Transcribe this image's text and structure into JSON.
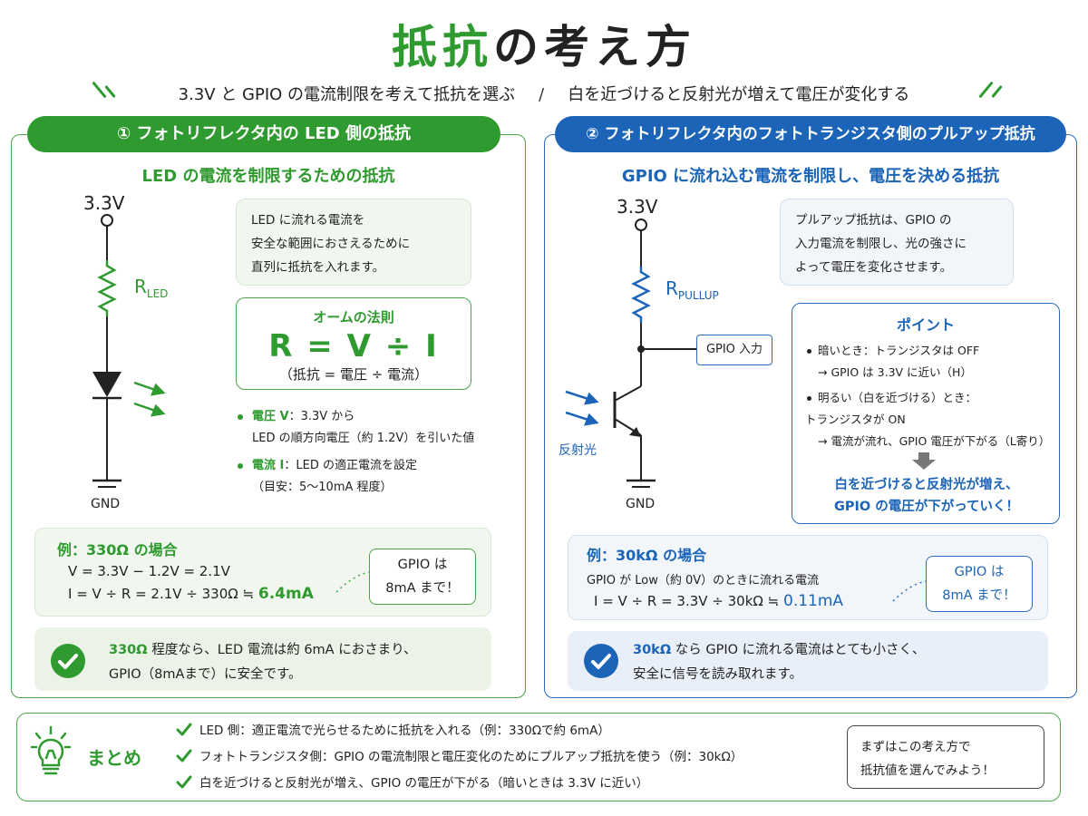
{
  "title": {
    "accent": "抵抗",
    "rest": "の考え方"
  },
  "subtitle": {
    "left": "3.3V と GPIO の電流制限を考えて抵抗を選ぶ",
    "separator": "/",
    "right": "白を近づけると反射光が増えて電圧が変化する"
  },
  "colors": {
    "green": "#2f9a2f",
    "blue": "#1b64b8"
  },
  "panel_led": {
    "pill": "① フォトリフレクタ内の LED 側の抵抗",
    "heading": "LED の電流を制限するための抵抗",
    "circuit": {
      "vcc": "3.3V",
      "r_main": "R",
      "r_sub": "LED",
      "gnd": "GND"
    },
    "note": [
      "LED に流れる電流を",
      "安全な範囲におさえるために",
      "直列に抵抗を入れます。"
    ],
    "ohm": {
      "title": "オームの法則",
      "formula": "R = V ÷ I",
      "sub": "（抵抗 = 電圧 ÷ 電流）"
    },
    "bullets": [
      {
        "label": "電圧 V",
        "line1": "：3.3V から",
        "line2": "LED の順方向電圧（約 1.2V）を引いた値"
      },
      {
        "label": "電流 I",
        "line1": "：LED の適正電流を設定",
        "line2": "（目安：5〜10mA 程度）"
      }
    ],
    "example": {
      "title_prefix": "例：",
      "title_value": "330Ω",
      "title_suffix": " の場合",
      "line1": "V = 3.3V − 1.2V = 2.1V",
      "line2": "I = V ÷ R = 2.1V ÷ 330Ω ≒ ",
      "line2_value": "6.4mA",
      "gpio_note": [
        "GPIO は",
        "8mA まで！"
      ]
    },
    "check": {
      "value": "330Ω",
      "line1": " 程度なら、LED 電流は約 6mA におさまり、",
      "line2": "GPIO（8mAまで）に安全です。"
    }
  },
  "panel_pullup": {
    "pill": "② フォトリフレクタ内のフォトトランジスタ側のプルアップ抵抗",
    "heading": "GPIO に流れ込む電流を制限し、電圧を決める抵抗",
    "circuit": {
      "vcc": "3.3V",
      "r_main": "R",
      "r_sub": "PULLUP",
      "gpio": "GPIO 入力",
      "light": "反射光",
      "gnd": "GND"
    },
    "note": [
      "プルアップ抵抗は、GPIO の",
      "入力電流を制限し、光の強さに",
      "よって電圧を変化させます。"
    ],
    "point": {
      "title": "ポイント",
      "dark1": "暗いとき：トランジスタは OFF",
      "dark2": "→ GPIO は 3.3V に近い（H）",
      "bright1": "明るい（白を近づける）とき：",
      "bright2": "トランジスタが ON",
      "bright3": "→ 電流が流れ、GPIO 電圧が下がる（L寄り）",
      "result1": "白を近づけると反射光が増え、",
      "result2": "GPIO の電圧が下がっていく！"
    },
    "example": {
      "title_prefix": "例：",
      "title_value": "30kΩ",
      "title_suffix": " の場合",
      "line1": "GPIO が Low（約 0V）のときに流れる電流",
      "line2": "I = V ÷ R = 3.3V ÷ 30kΩ ≒ ",
      "line2_value": "0.11mA",
      "gpio_note": [
        "GPIO は",
        "8mA まで！"
      ]
    },
    "check": {
      "value": "30kΩ",
      "line1": " なら GPIO に流れる電流はとても小さく、",
      "line2": "安全に信号を読み取れます。"
    }
  },
  "summary": {
    "label": "まとめ",
    "items": [
      "LED 側：適正電流で光らせるために抵抗を入れる（例：330Ωで約 6mA）",
      "フォトトランジスタ側：GPIO の電流制限と電圧変化のためにプルアップ抵抗を使う（例：30kΩ）",
      "白を近づけると反射光が増え、GPIO の電圧が下がる（暗いときは 3.3V に近い）"
    ],
    "box": [
      "まずはこの考え方で",
      "抵抗値を選んでみよう！"
    ]
  }
}
